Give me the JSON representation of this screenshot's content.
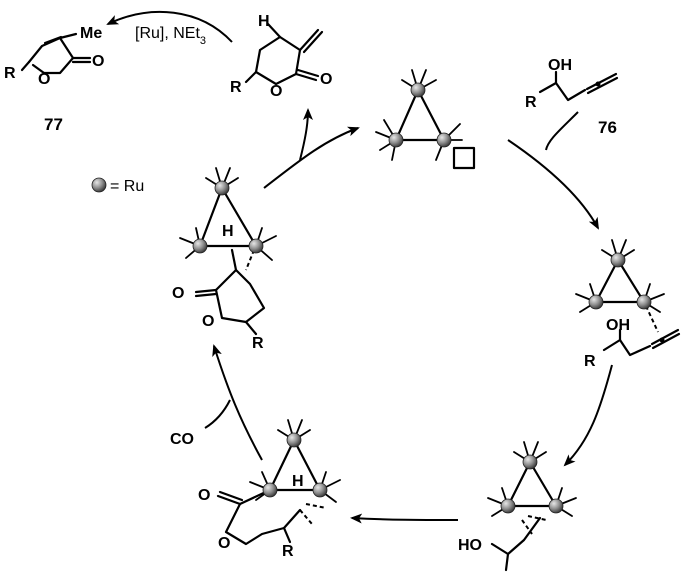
{
  "labels": {
    "me": "Me",
    "r": "R",
    "o": "O",
    "h": "H",
    "oh": "OH",
    "ho": "HO",
    "co": "CO",
    "catalyst_conditions": "[Ru], NEt",
    "catalyst_subscript": "3",
    "compound_77": "77",
    "compound_76": "76",
    "ru_legend": "= Ru"
  },
  "colors": {
    "ru_sphere_light": "#e6e6e6",
    "ru_sphere_mid": "#8f8f8f",
    "ru_sphere_dark": "#3a3a3a",
    "ink": "#000000"
  },
  "icons": {
    "ru_atom": "grey-sphere"
  }
}
